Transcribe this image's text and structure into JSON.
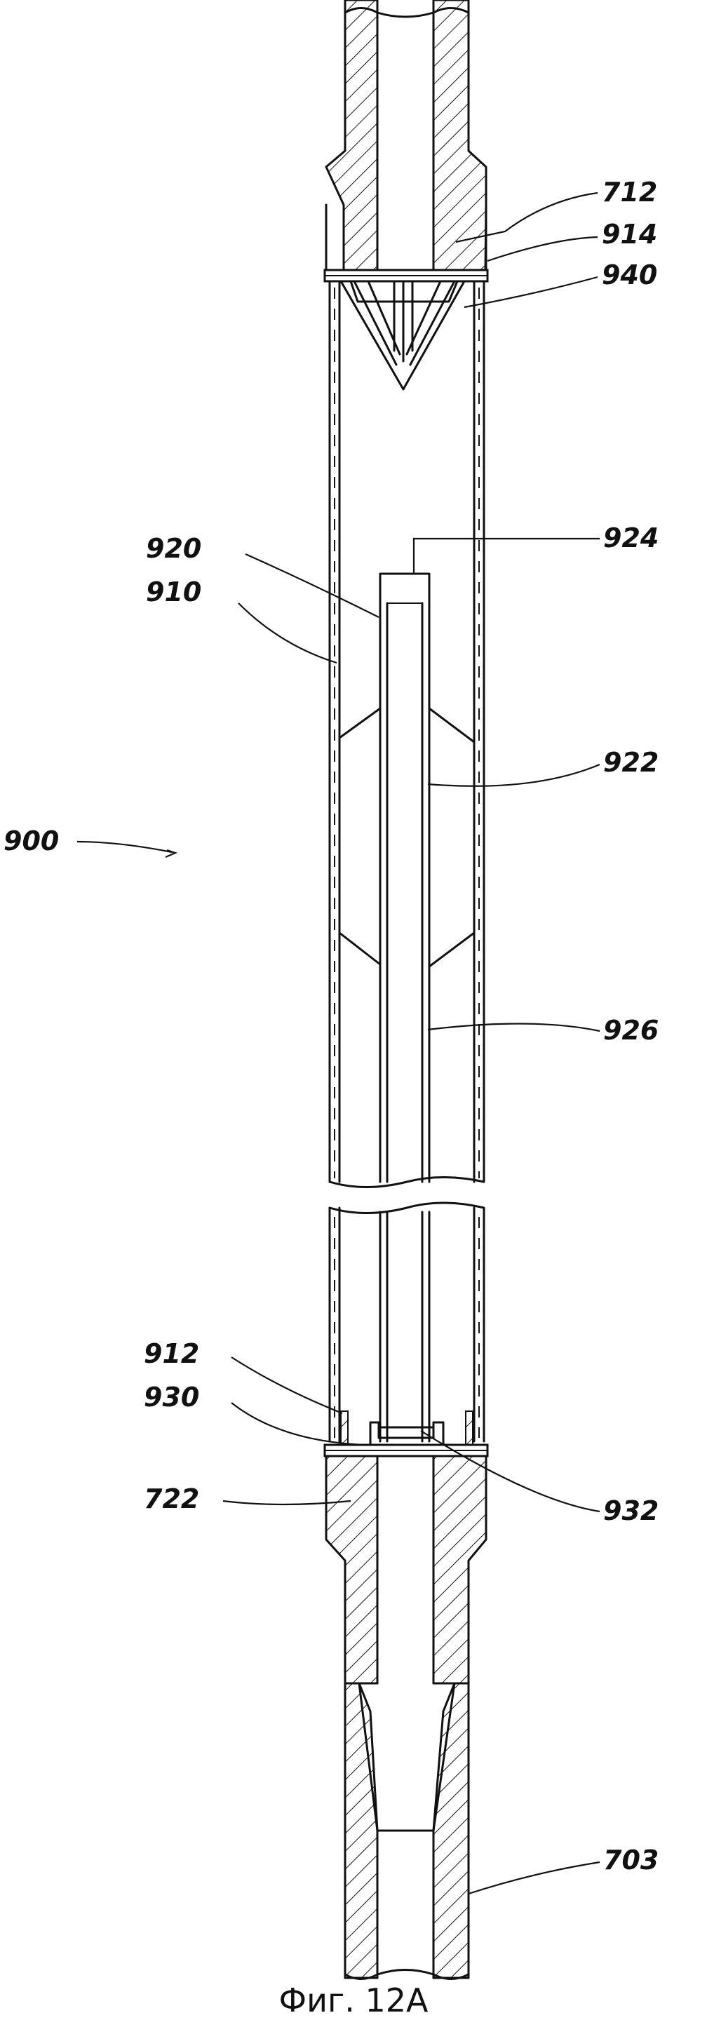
{
  "figure": {
    "caption": "Фиг. 12A",
    "labels": {
      "r712": "712",
      "r914": "914",
      "r940": "940",
      "r920": "920",
      "r910": "910",
      "r924": "924",
      "r922": "922",
      "r900": "900",
      "r926": "926",
      "r912": "912",
      "r930": "930",
      "r722": "722",
      "r932": "932",
      "r703": "703"
    }
  }
}
